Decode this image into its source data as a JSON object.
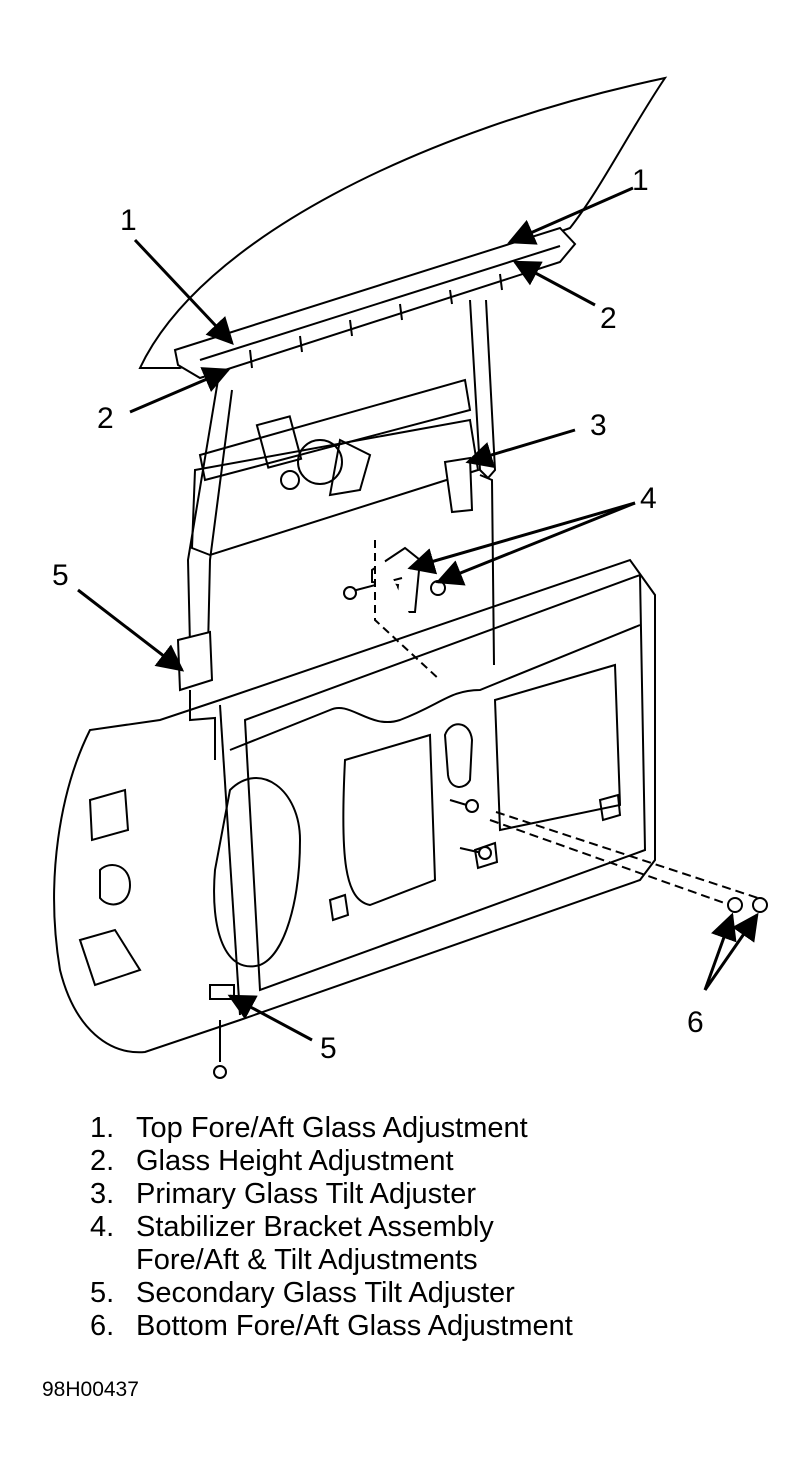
{
  "callouts": {
    "c1a": "1",
    "c1b": "1",
    "c2a": "2",
    "c2b": "2",
    "c3": "3",
    "c4": "4",
    "c5a": "5",
    "c5b": "5",
    "c6": "6"
  },
  "legend": [
    {
      "num": "1.",
      "text": "Top Fore/Aft Glass Adjustment"
    },
    {
      "num": "2.",
      "text": "Glass Height Adjustment"
    },
    {
      "num": "3.",
      "text": "Primary Glass Tilt Adjuster"
    },
    {
      "num": "4.",
      "text": "Stabilizer Bracket Assembly\nFore/Aft & Tilt Adjustments"
    },
    {
      "num": "5.",
      "text": "Secondary Glass Tilt Adjuster"
    },
    {
      "num": "6.",
      "text": "Bottom Fore/Aft Glass Adjustment"
    }
  ],
  "figure_id": "98H00437"
}
